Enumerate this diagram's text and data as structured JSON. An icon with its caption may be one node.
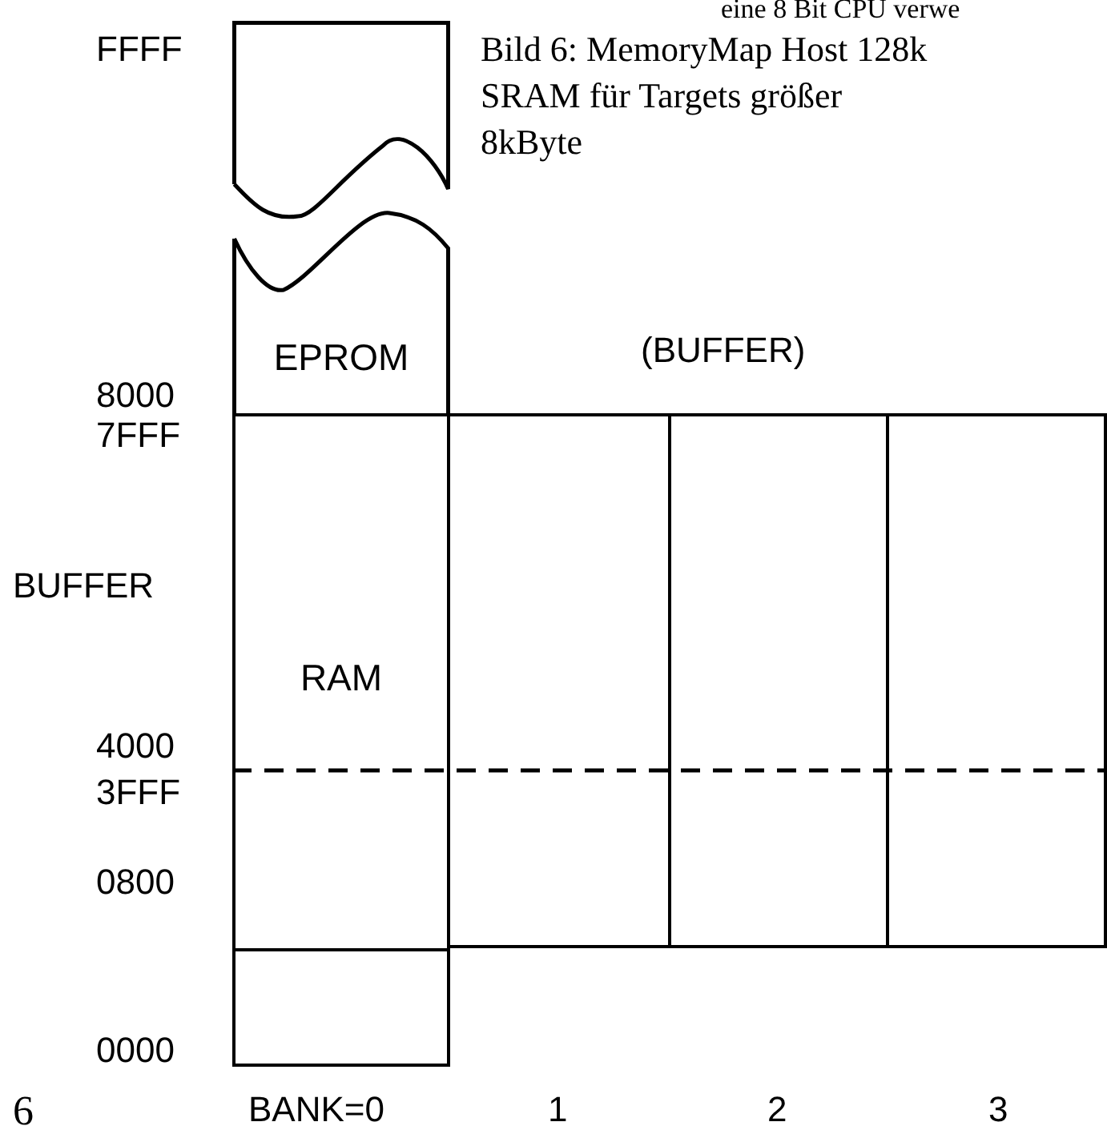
{
  "diagram": {
    "caption": "Bild 6: MemoryMap Host 128k SRAM für Targets größer 8kByte",
    "nodes": [
      {
        "text": [
          "EPROM"
        ]
      },
      {
        "text": [
          "RAM"
        ]
      },
      {
        "text": [],
        "shape": "box"
      },
      {
        "text": [],
        "shape": "box"
      },
      {
        "text": [],
        "shape": "box"
      },
      {
        "text": [],
        "shape": "box"
      }
    ],
    "labels": [
      "eine 8 Bit CPU verwe",
      "FFFF",
      "(BUFFER)",
      "8000",
      "7FFF",
      "BUFFER",
      "4000",
      "3FFF",
      "0800",
      "0000",
      "6",
      "BANK=0",
      "1",
      "2",
      "3"
    ]
  }
}
